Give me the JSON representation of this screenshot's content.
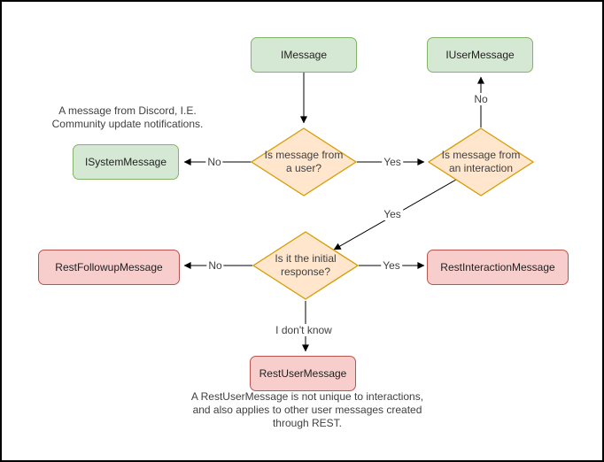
{
  "canvas": {
    "background": "#ffffff",
    "border_color": "#000000"
  },
  "palette": {
    "green": {
      "fill": "#d5e8d4",
      "stroke": "#82b366"
    },
    "orange": {
      "fill": "#ffe6cc",
      "stroke": "#d79b00"
    },
    "red": {
      "fill": "#f8cecc",
      "stroke": "#b85450"
    },
    "line": "#000000"
  },
  "nodes": {
    "imessage": {
      "label": "IMessage"
    },
    "iusermessage": {
      "label": "IUserMessage"
    },
    "isystemmessage": {
      "label": "ISystemMessage"
    },
    "restfollowupmessage": {
      "label": "RestFollowupMessage"
    },
    "restinteractionmessage": {
      "label": "RestInteractionMessage"
    },
    "restusermessage": {
      "label": "RestUserMessage"
    }
  },
  "decisions": {
    "from_user": {
      "label": "Is message from\na user?"
    },
    "from_interaction": {
      "label": "Is message from\nan interaction"
    },
    "initial_response": {
      "label": "Is it the initial\nresponse?"
    }
  },
  "edge_labels": {
    "user_no": "No",
    "user_yes": "Yes",
    "interaction_no": "No",
    "interaction_yes": "Yes",
    "initial_no": "No",
    "initial_yes": "Yes",
    "initial_unknown": "I don't know"
  },
  "notes": {
    "system_message": "A message from Discord, I.E.\nCommunity update notifications.",
    "rest_user_message": "A RestUserMessage is not unique to interactions,\nand also applies to other user messages created\nthrough REST."
  }
}
